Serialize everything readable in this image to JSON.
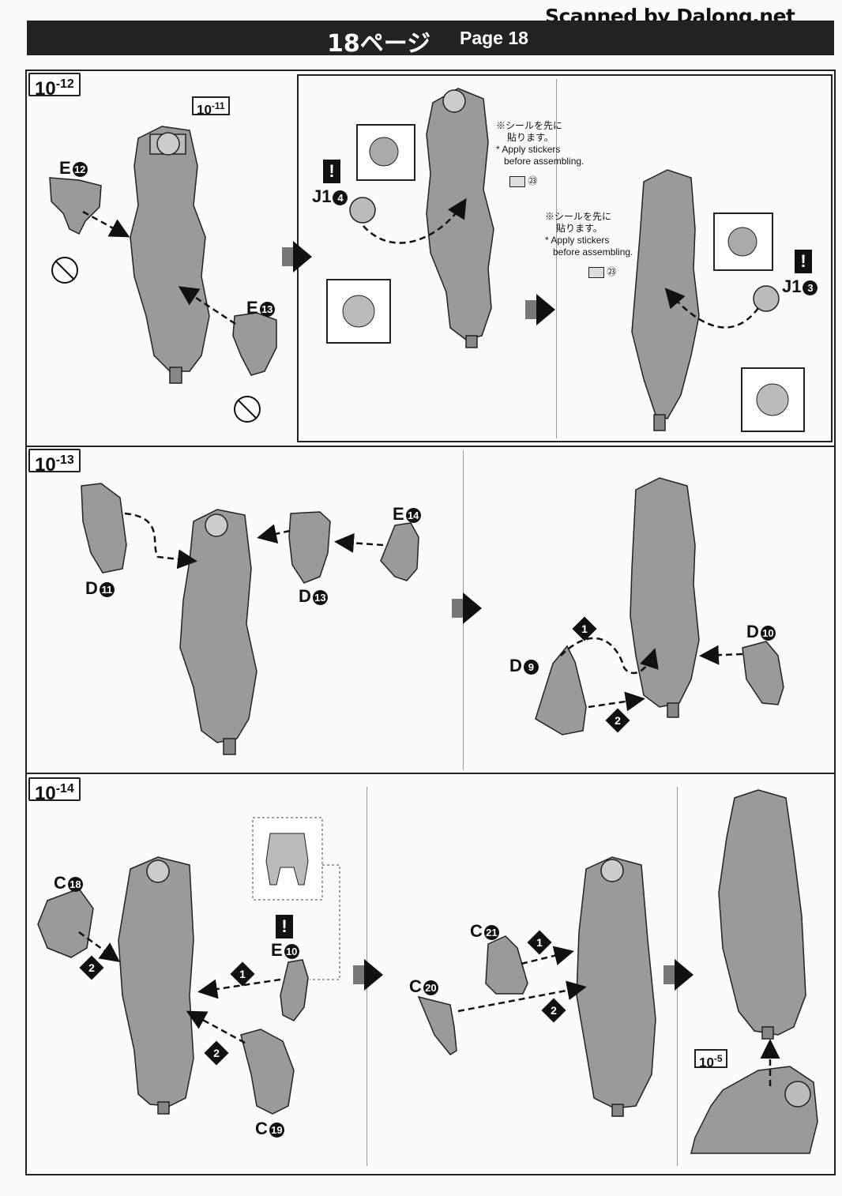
{
  "watermark": "Scanned by Dalong.net",
  "header": {
    "page_jp": "18ページ",
    "page_en": "Page 18"
  },
  "steps": {
    "s12": {
      "main": "10",
      "sub": "-12",
      "ref": {
        "main": "10",
        "sub": "-11"
      }
    },
    "s13": {
      "main": "10",
      "sub": "-13"
    },
    "s14": {
      "main": "10",
      "sub": "-14",
      "ref": {
        "main": "10",
        "sub": "-5"
      }
    }
  },
  "notes": {
    "note_jp_1": "※シールを先に",
    "note_jp_2": "貼ります。",
    "note_en_1": "* Apply stickers",
    "note_en_2": "before assembling."
  },
  "sticker_num": "㉓",
  "warn_symbol": "!",
  "parts": {
    "e12": {
      "letter": "E",
      "num": "12"
    },
    "e13": {
      "letter": "E",
      "num": "13"
    },
    "j1_4": {
      "letter": "J1",
      "num": "4"
    },
    "j1_3": {
      "letter": "J1",
      "num": "3"
    },
    "d11": {
      "letter": "D",
      "num": "11"
    },
    "d13": {
      "letter": "D",
      "num": "13"
    },
    "e14": {
      "letter": "E",
      "num": "14"
    },
    "d9": {
      "letter": "D",
      "num": "9"
    },
    "d10": {
      "letter": "D",
      "num": "10"
    },
    "c18": {
      "letter": "C",
      "num": "18"
    },
    "e10": {
      "letter": "E",
      "num": "10"
    },
    "c19": {
      "letter": "C",
      "num": "19"
    },
    "c21": {
      "letter": "C",
      "num": "21"
    },
    "c20": {
      "letter": "C",
      "num": "20"
    }
  },
  "order": {
    "one": "1",
    "two": "2"
  }
}
